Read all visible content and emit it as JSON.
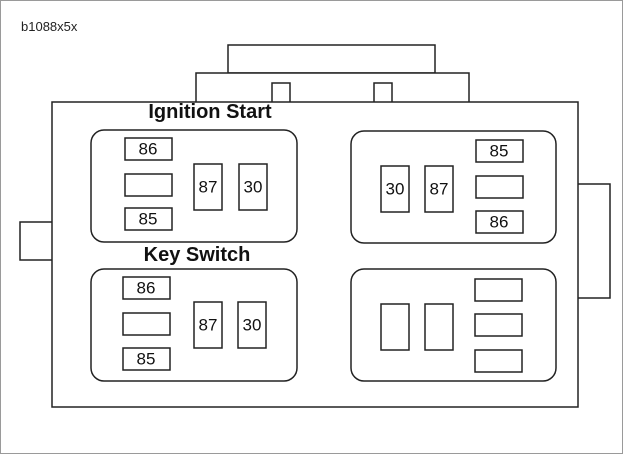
{
  "reference_code": "b1088x5x",
  "relays": {
    "ignition_start": {
      "title": "Ignition Start",
      "terminals": {
        "t86": "86",
        "t85": "85",
        "t87": "87",
        "t30": "30"
      }
    },
    "key_switch": {
      "title": "Key Switch",
      "terminals": {
        "t86": "86",
        "t85": "85",
        "t87": "87",
        "t30": "30"
      }
    },
    "upper_right": {
      "terminals": {
        "t30": "30",
        "t87": "87",
        "t85": "85",
        "t86": "86"
      }
    }
  }
}
